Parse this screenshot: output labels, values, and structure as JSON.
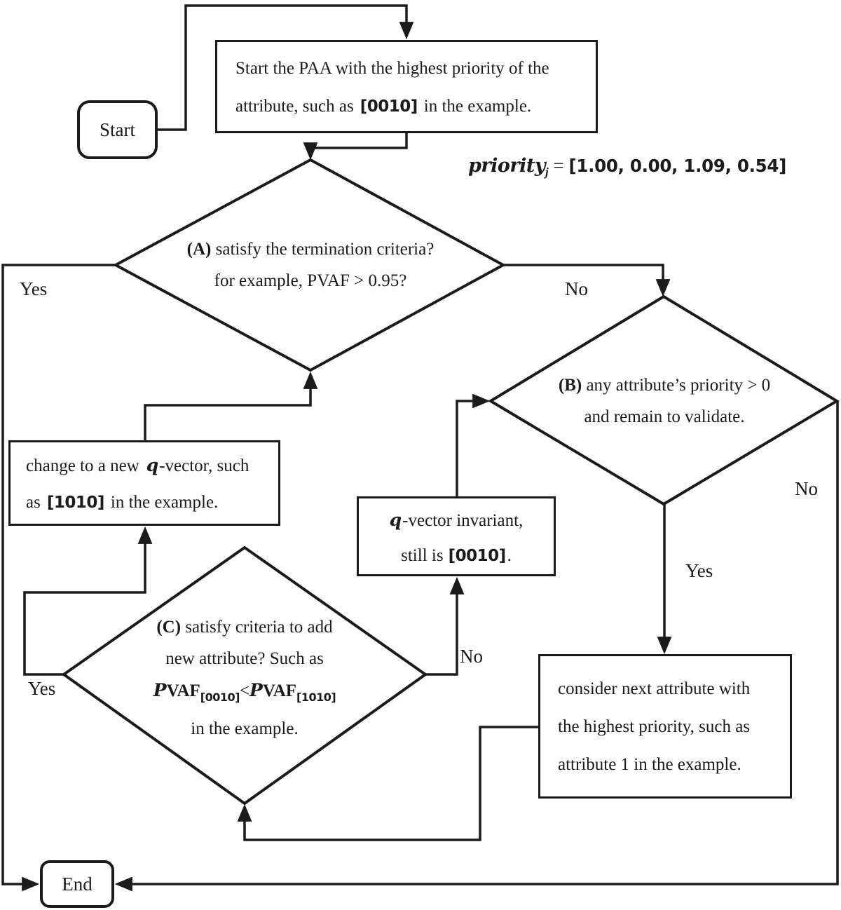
{
  "figure": {
    "kind": "flowchart",
    "topic": "PAA iteration flowchart"
  },
  "colors": {
    "ink": "#1b1b1b",
    "bg": "#ffffff"
  },
  "nodes": {
    "start": {
      "label": "Start"
    },
    "end": {
      "label": "End"
    },
    "init": {
      "line1": "Start the PAA with the highest priority of the",
      "line2_pre": "attribute, such as",
      "line2_vec": "[0010]",
      "line2_post": "in the example."
    },
    "priority_note": {
      "name": "priority",
      "sub": "j",
      "eq": " = ",
      "value": "[1.00, 0.00, 1.09, 0.54]"
    },
    "decision_a": {
      "tag": "(A)",
      "line1": " satisfy the termination criteria?",
      "line2": "for example, PVAF > 0.95?"
    },
    "decision_b": {
      "tag": "(B)",
      "line1": " any attribute’s priority > 0",
      "line2": "and remain to validate."
    },
    "decision_c": {
      "tag": "(C)",
      "line1": " satisfy criteria to add",
      "line2": "new attribute? Such as",
      "formula": {
        "p1": "P",
        "r1": "VAF",
        "s1": "[0010]",
        "op": "<",
        "p2": "P",
        "r2": "VAF",
        "s2": "[1010]"
      },
      "line4": "in the example."
    },
    "change": {
      "line1_pre": "change to a new",
      "line1_q": "q",
      "line1_post": "-vector, such",
      "line2_pre": "as",
      "line2_vec": "[1010]",
      "line2_post": "in the example."
    },
    "qvec": {
      "line1_q": "q",
      "line1_post": "-vector invariant,",
      "line2_pre": "still is",
      "line2_vec": "[0010]",
      "line2_post": "."
    },
    "consider": {
      "line1": "consider next attribute with",
      "line2": "the highest priority, such as",
      "line3": "attribute 1 in the example."
    }
  },
  "edge_labels": {
    "a_yes": "Yes",
    "a_no": "No",
    "b_yes": "Yes",
    "b_no": "No",
    "c_yes": "Yes",
    "c_no": "No"
  }
}
